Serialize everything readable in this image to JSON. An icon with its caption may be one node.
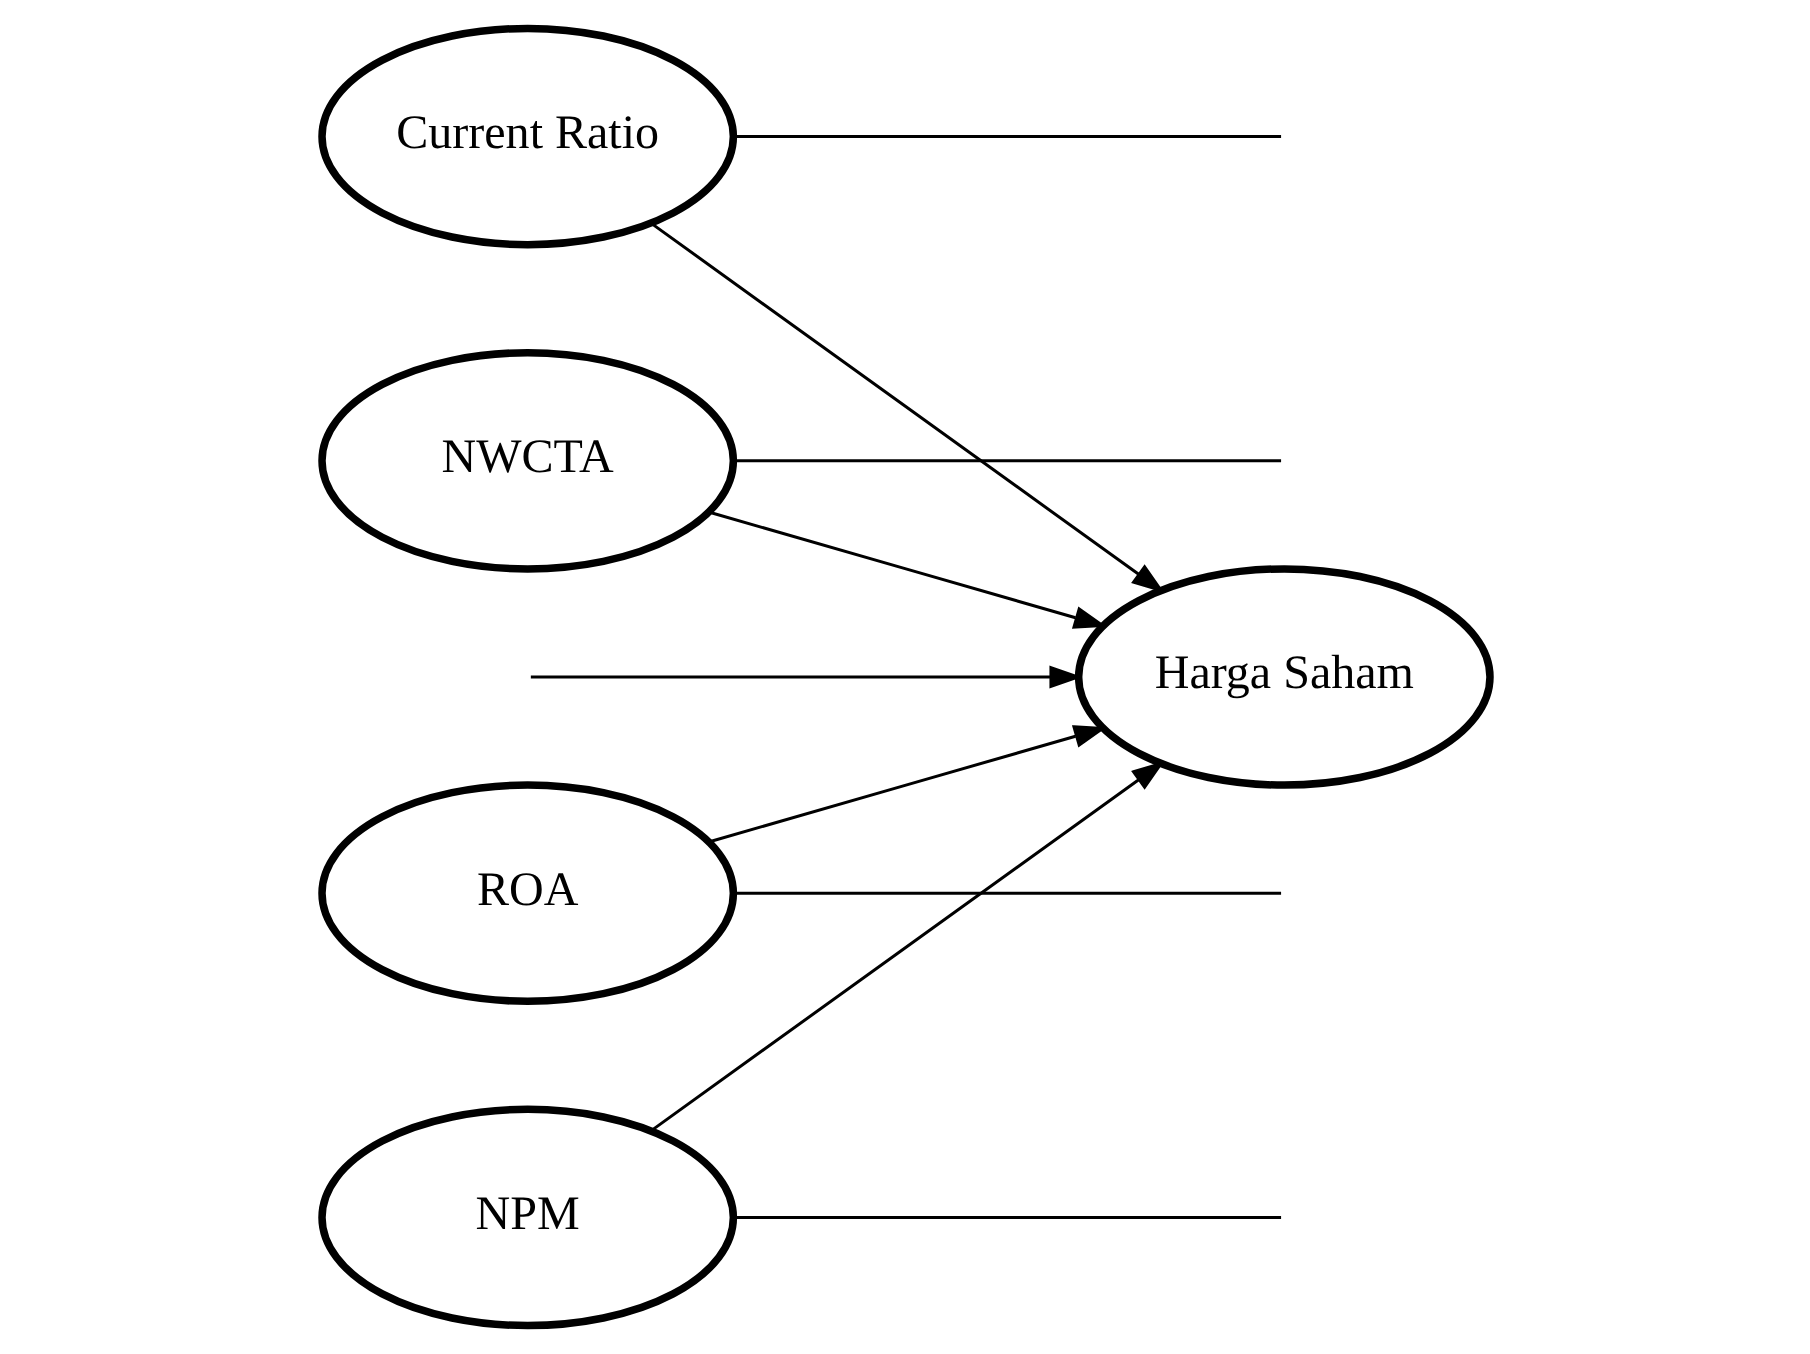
{
  "diagram": {
    "nodes": [
      {
        "text": [
          "Current Ratio"
        ]
      },
      {
        "text": [
          "NWCTA"
        ]
      },
      {
        "text": [
          "ROA"
        ]
      },
      {
        "text": [
          "NPM"
        ]
      },
      {
        "text": [
          "Harga Saham"
        ]
      }
    ],
    "edges": [
      {
        "from": 0,
        "to": 4,
        "arrow": "to"
      },
      {
        "from": 1,
        "to": 4,
        "arrow": "to"
      },
      {
        "from": 2,
        "to": 4,
        "arrow": "to"
      },
      {
        "from": 3,
        "to": 4,
        "arrow": "to"
      },
      {
        "from": 0,
        "to": null,
        "arrow": "none"
      },
      {
        "from": 1,
        "to": null,
        "arrow": "none"
      },
      {
        "from": 2,
        "to": null,
        "arrow": "none"
      },
      {
        "from": 3,
        "to": null,
        "arrow": "none"
      },
      {
        "from": null,
        "to": 4,
        "arrow": "to"
      }
    ]
  }
}
